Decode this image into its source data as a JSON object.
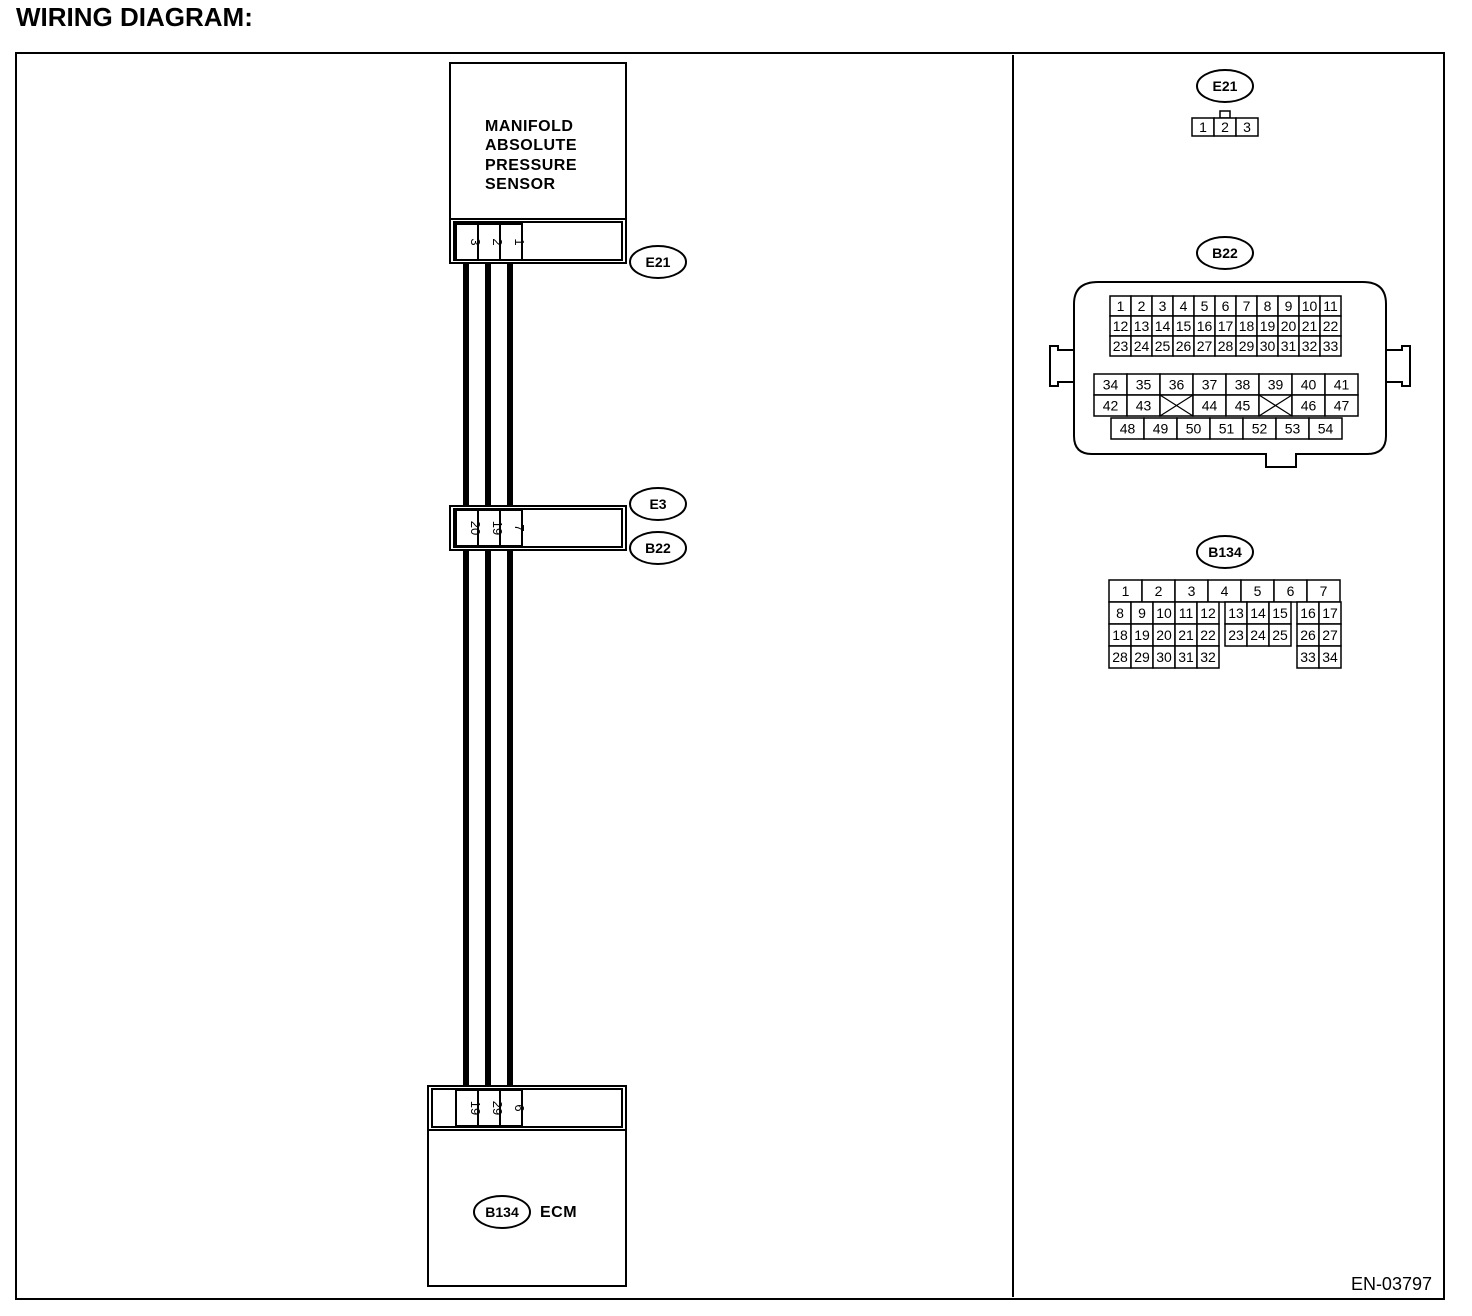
{
  "page": {
    "title": "WIRING DIAGRAM:",
    "figure_id": "EN-03797"
  },
  "components": {
    "map_sensor": {
      "lines": [
        "MANIFOLD",
        "ABSOLUTE",
        "PRESSURE",
        "SENSOR"
      ]
    },
    "ecm": {
      "label": "ECM",
      "connector": "B134"
    }
  },
  "connectors": {
    "e21": {
      "id": "E21",
      "pins": [
        "3",
        "2",
        "1"
      ]
    },
    "e3_b22": {
      "ids": [
        "E3",
        "B22"
      ],
      "pins": [
        "20",
        "19",
        "7"
      ]
    },
    "b134": {
      "id": "B134",
      "pins": [
        "19",
        "29",
        "6"
      ]
    }
  },
  "pinouts": {
    "e21": {
      "id": "E21",
      "rows": [
        [
          "1",
          "2",
          "3"
        ]
      ]
    },
    "b22": {
      "id": "B22",
      "rows_top": [
        [
          "1",
          "2",
          "3",
          "4",
          "5",
          "6",
          "7",
          "8",
          "9",
          "10",
          "11"
        ],
        [
          "12",
          "13",
          "14",
          "15",
          "16",
          "17",
          "18",
          "19",
          "20",
          "21",
          "22"
        ],
        [
          "23",
          "24",
          "25",
          "26",
          "27",
          "28",
          "29",
          "30",
          "31",
          "32",
          "33"
        ]
      ],
      "rows_bottom": [
        [
          "34",
          "35",
          "36",
          "37",
          "38",
          "39",
          "40",
          "41"
        ],
        [
          "42",
          "43",
          "",
          "44",
          "45",
          "",
          "46",
          "47"
        ],
        [
          "48",
          "49",
          "50",
          "51",
          "52",
          "53",
          "54"
        ]
      ]
    },
    "b134": {
      "id": "B134",
      "rows": [
        [
          "1",
          "2",
          "3",
          "4",
          "5",
          "6",
          "7"
        ],
        [
          "8",
          "9",
          "10",
          "11",
          "12",
          "13",
          "14",
          "15",
          "16",
          "17"
        ],
        [
          "18",
          "19",
          "20",
          "21",
          "22",
          "23",
          "24",
          "25",
          "26",
          "27"
        ],
        [
          "28",
          "29",
          "30",
          "31",
          "32",
          "33",
          "34"
        ]
      ]
    }
  }
}
